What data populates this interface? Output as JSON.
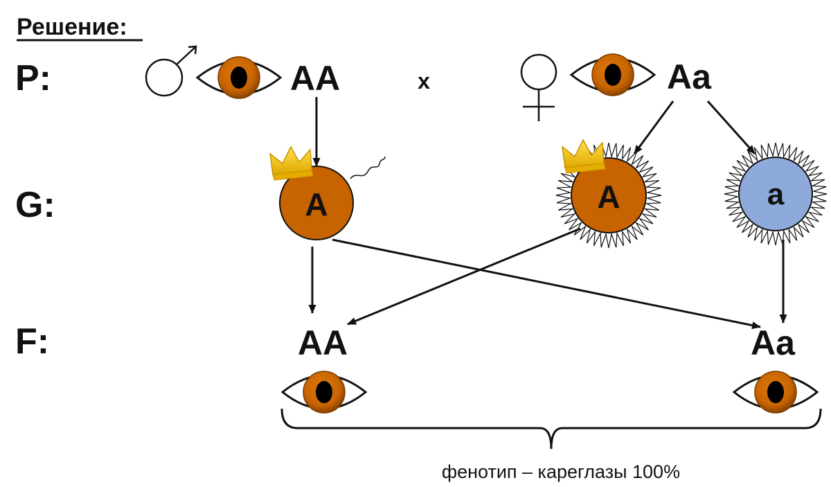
{
  "heading": "Решение:",
  "rows": {
    "p": "P:",
    "g": "G:",
    "f": "F:"
  },
  "parents": {
    "male_genotype": "AA",
    "cross_symbol": "x",
    "female_genotype": "Aa"
  },
  "gametes": {
    "male_a": "A",
    "female_a": "A",
    "female_recessive": "a"
  },
  "offspring": {
    "left_genotype": "AA",
    "right_genotype": "Aa"
  },
  "phenotype_note": "фенотип – кареглазы 100%",
  "colors": {
    "brown": "#c86400",
    "blue_gamete": "#8eaadb",
    "crown": "#f5c400",
    "ink": "#111111"
  }
}
